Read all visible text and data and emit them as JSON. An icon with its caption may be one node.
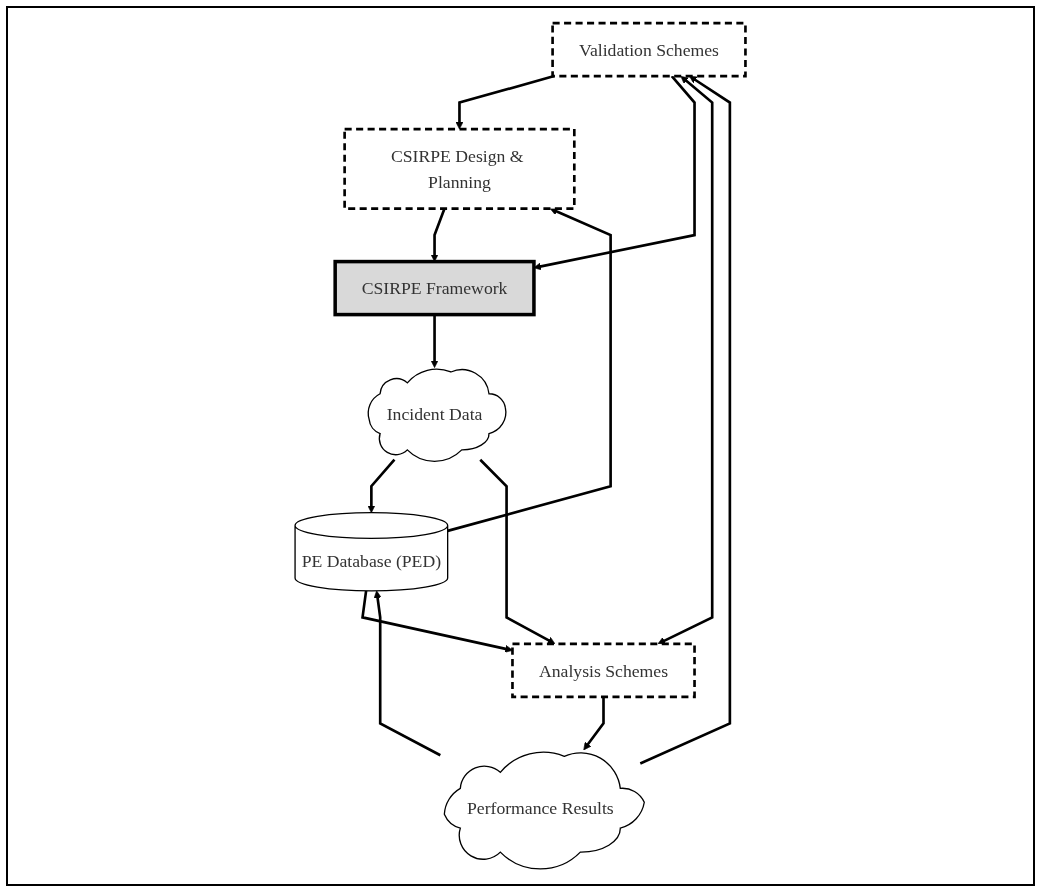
{
  "diagram": {
    "nodes": [
      {
        "text": [
          "Validation Schemes"
        ]
      },
      {
        "text": [
          "CSIRPE Design & Planning"
        ]
      },
      {
        "text": [
          "CSIRPE Framework"
        ]
      },
      {
        "text": [
          "PE Database (PED)"
        ]
      },
      {
        "text": [
          "Incident Data"
        ]
      },
      {
        "text": [
          "Analysis Schemes"
        ]
      },
      {
        "text": [
          "Performance Results"
        ]
      }
    ],
    "edges": [
      {
        "from": 0,
        "to": 1,
        "arrow": "to"
      },
      {
        "from": 3,
        "to": 1,
        "arrow": "to"
      },
      {
        "from": 1,
        "to": 2,
        "arrow": "to"
      },
      {
        "from": 0,
        "to": 2,
        "arrow": "to"
      },
      {
        "from": 2,
        "to": 4,
        "arrow": "to"
      },
      {
        "from": 4,
        "to": 3,
        "arrow": "to"
      },
      {
        "from": 4,
        "to": 5,
        "arrow": "to"
      },
      {
        "from": 0,
        "to": 5,
        "arrow": "both"
      },
      {
        "from": 3,
        "to": 5,
        "arrow": "to"
      },
      {
        "from": 5,
        "to": 6,
        "arrow": "to"
      },
      {
        "from": 6,
        "to": 0,
        "arrow": "to"
      },
      {
        "from": 6,
        "to": 3,
        "arrow": "to"
      }
    ]
  }
}
